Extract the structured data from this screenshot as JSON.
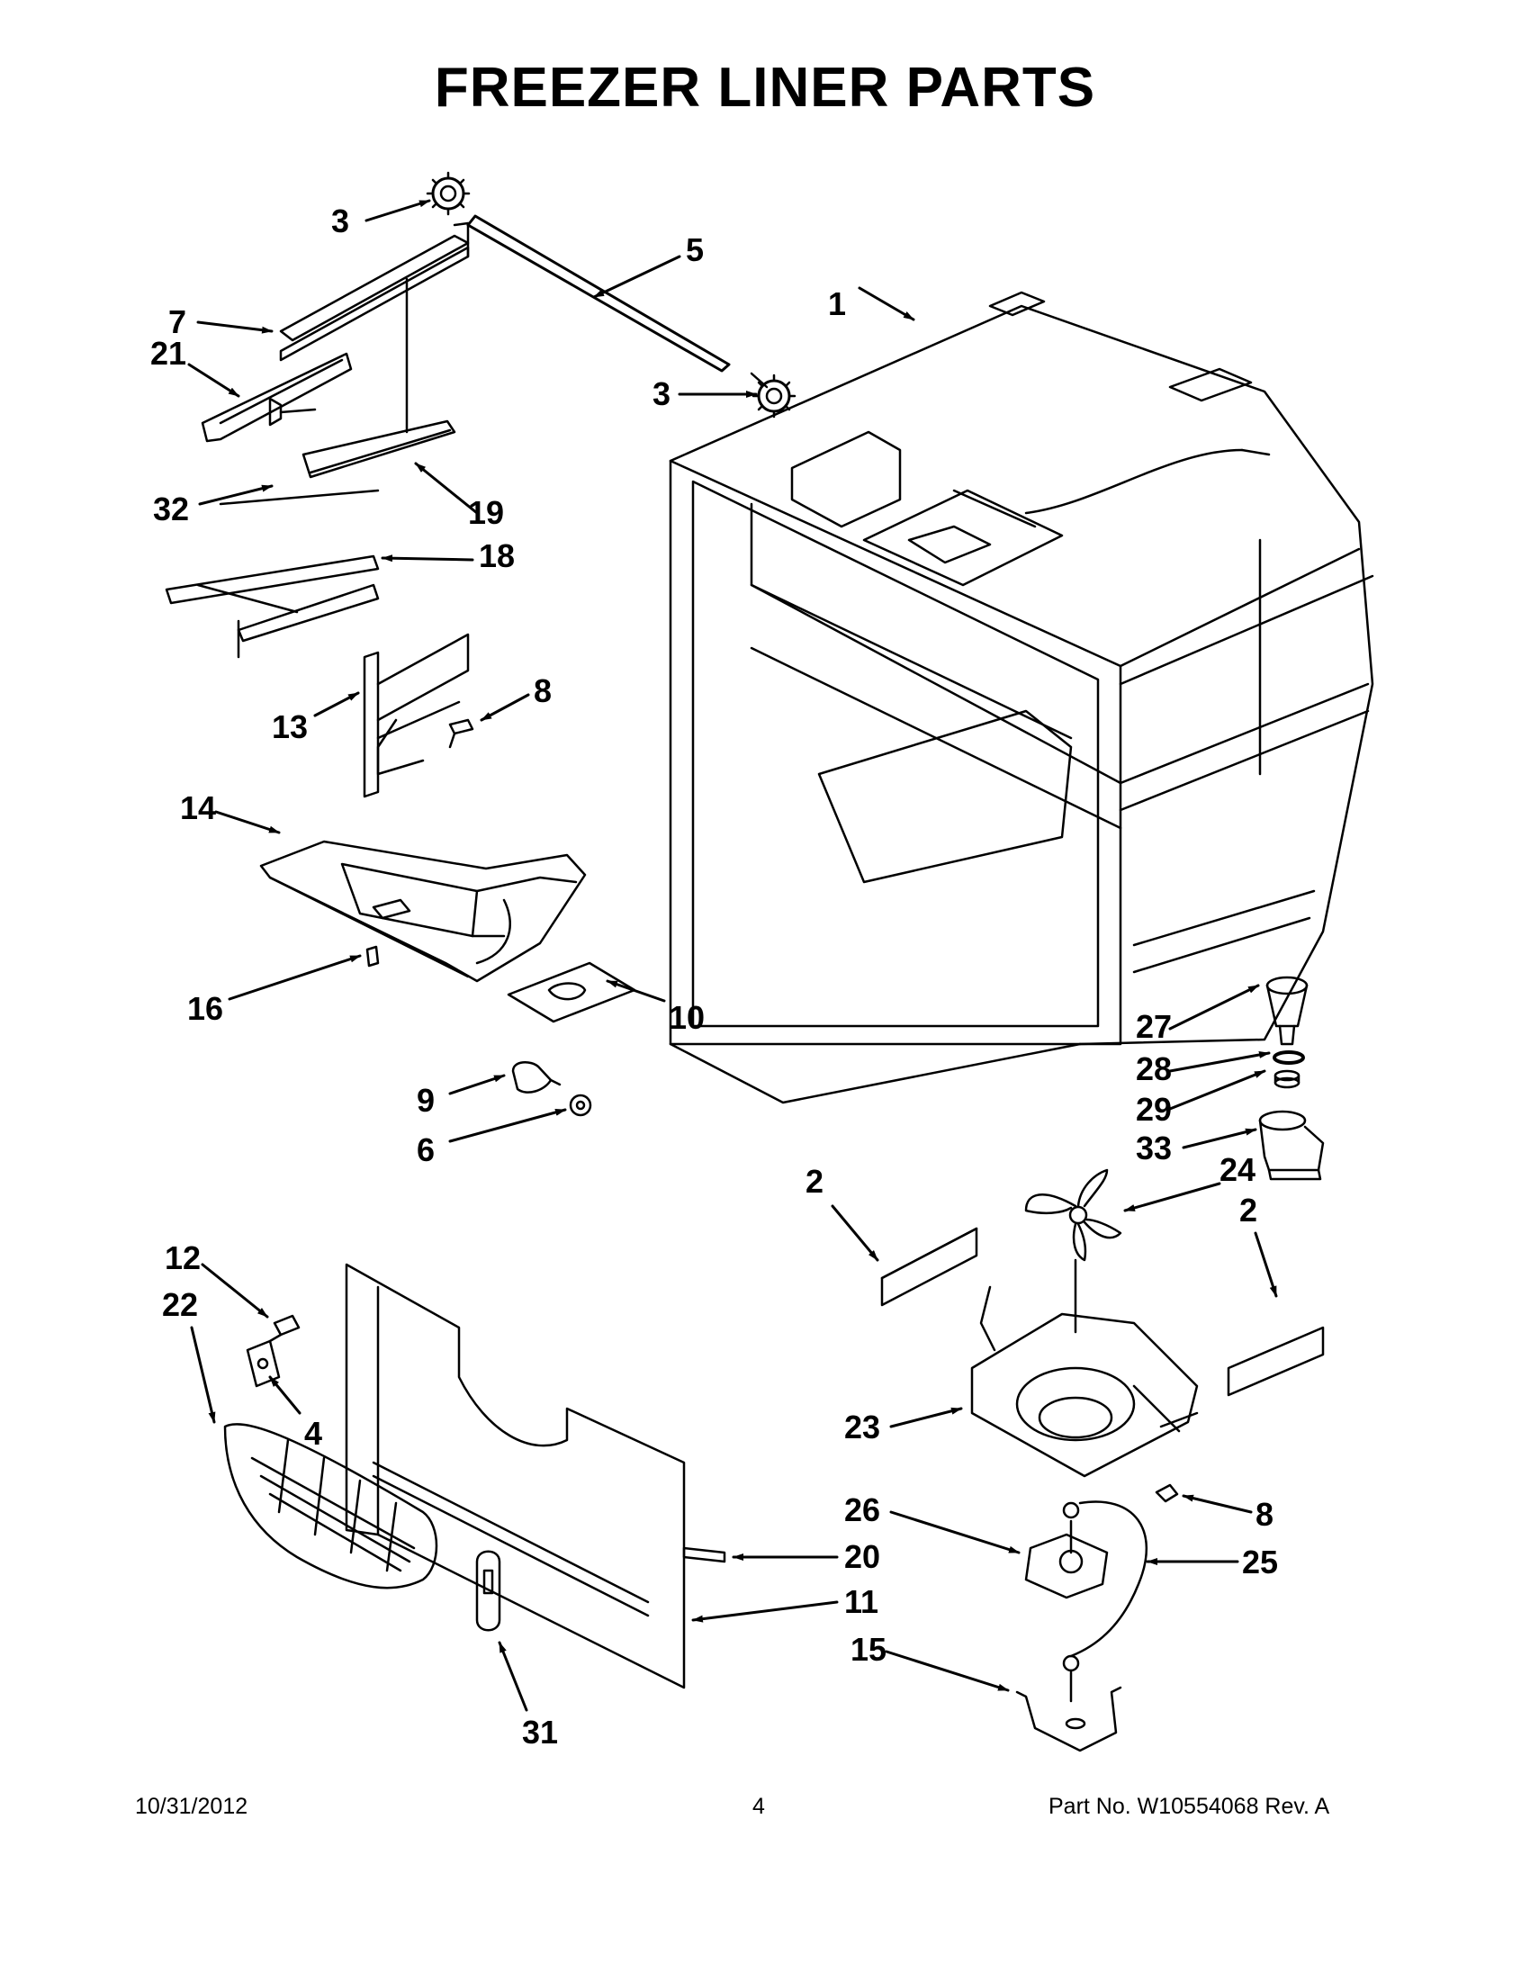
{
  "title": "FREEZER LINER PARTS",
  "callouts": [
    "1",
    "2",
    "2",
    "3",
    "3",
    "4",
    "5",
    "6",
    "7",
    "8",
    "8",
    "9",
    "10",
    "11",
    "12",
    "13",
    "14",
    "15",
    "16",
    "18",
    "19",
    "20",
    "21",
    "22",
    "23",
    "24",
    "25",
    "26",
    "27",
    "28",
    "29",
    "31",
    "32",
    "33"
  ],
  "footer": {
    "date": "10/31/2012",
    "page": "4",
    "part_number": "Part No.  W10554068  Rev.  A"
  }
}
